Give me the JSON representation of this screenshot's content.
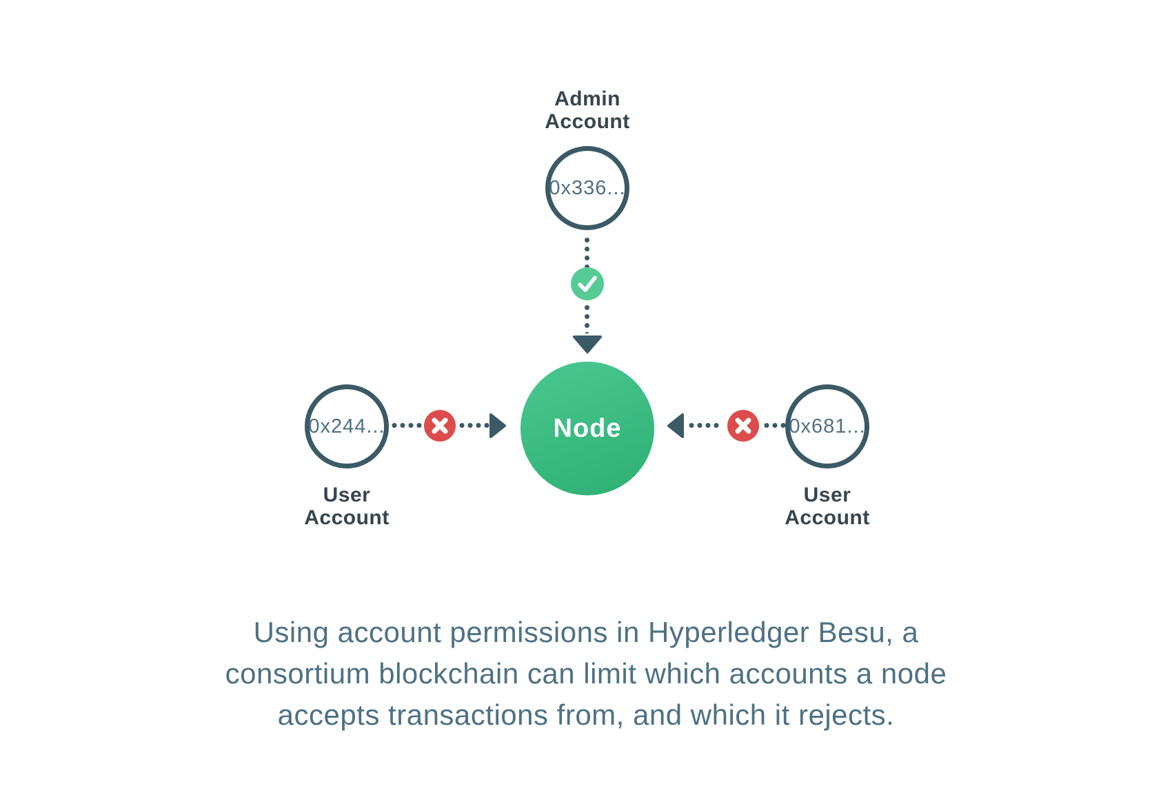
{
  "diagram": {
    "admin": {
      "label_line1": "Admin",
      "label_line2": "Account",
      "address": "0x336..."
    },
    "left_user": {
      "label_line1": "User",
      "label_line2": "Account",
      "address": "0x244..."
    },
    "right_user": {
      "label_line1": "User",
      "label_line2": "Account",
      "address": "0x681..."
    },
    "node": {
      "label": "Node"
    },
    "connections": {
      "admin_to_node": {
        "status": "accepted",
        "icon": "check-icon"
      },
      "left_user_to_node": {
        "status": "rejected",
        "icon": "x-icon"
      },
      "right_user_to_node": {
        "status": "rejected",
        "icon": "x-icon"
      }
    }
  },
  "caption": {
    "lines": [
      "Using account permissions in Hyperledger Besu, a",
      "consortium blockchain can limit which accounts a node",
      "accepts transactions from, and which it rejects."
    ]
  },
  "colors": {
    "slate": "#3a5a66",
    "label_dark": "#37454d",
    "address_text": "#4e7082",
    "caption_text": "#4d7183",
    "node_green_light": "#4ac892",
    "node_green_dark": "#2daf72",
    "check_green": "#57cb96",
    "reject_red": "#dc4c4c",
    "background": "#ffffff"
  }
}
